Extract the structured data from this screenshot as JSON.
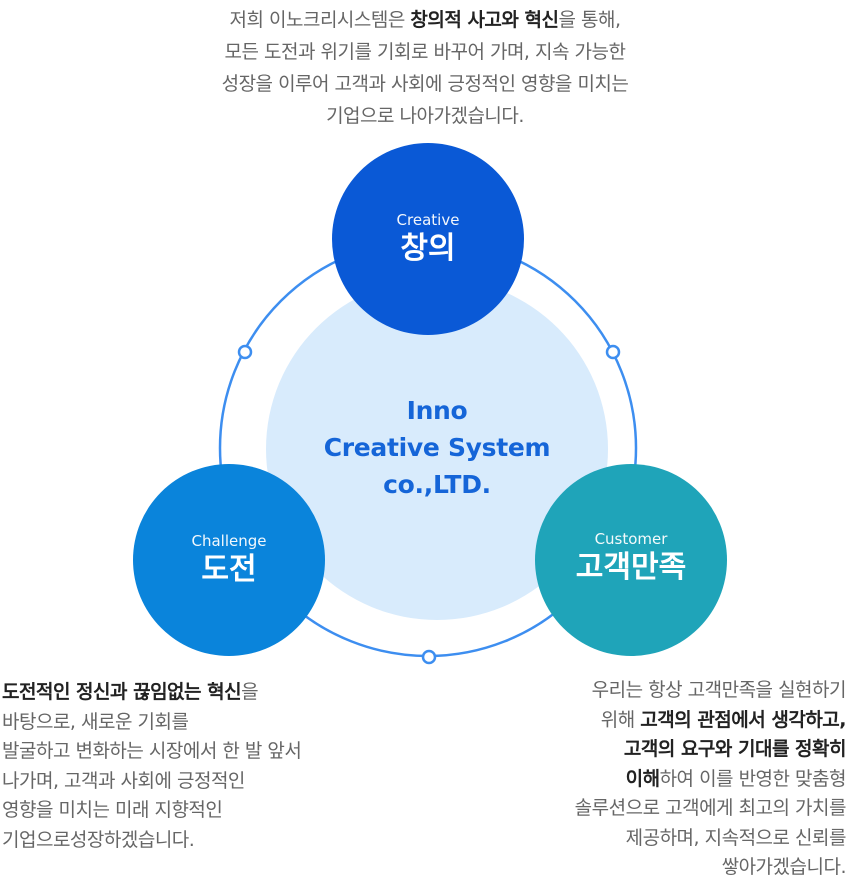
{
  "intro": {
    "line1_pre": "저희 이노크리시스템은 ",
    "line1_bold": "창의적 사고와 혁신",
    "line1_post": "을 통해,",
    "line2": "모든 도전과 위기를 기회로 바꾸어 가며, 지속 가능한",
    "line3": "성장을 이루어 고객과 사회에 긍정적인 영향을 미치는",
    "line4": "기업으로 나아가겠습니다."
  },
  "center": {
    "line1": "Inno",
    "line2": "Creative System",
    "line3": "co.,LTD."
  },
  "circles": {
    "creative": {
      "en": "Creative",
      "ko": "창의",
      "color": "#0a59d6"
    },
    "challenge": {
      "en": "Challenge",
      "ko": "도전",
      "color": "#0a84db"
    },
    "customer": {
      "en": "Customer",
      "ko": "고객만족",
      "color": "#1fa4b9"
    }
  },
  "colors": {
    "ring": "#3d8ef0",
    "center_fill": "#d8ebfc",
    "center_text": "#1565d8"
  },
  "challenge_text": {
    "line1_bold": "도전적인 정신과 끊임없는 혁신",
    "line1_post": "을",
    "line2": "바탕으로, 새로운 기회를",
    "line3": "발굴하고 변화하는 시장에서 한 발 앞서",
    "line4": "나가며, 고객과 사회에 긍정적인",
    "line5": "영향을 미치는 미래 지향적인",
    "line6": "기업으로성장하겠습니다."
  },
  "customer_text": {
    "line1": "우리는 항상 고객만족을 실현하기",
    "line2_pre": "위해 ",
    "line2_bold": "고객의 관점에서 생각하고,",
    "line3_bold": "고객의 요구와 기대를 정확히",
    "line4_bold": "이해",
    "line4_post": "하여 이를 반영한 맞춤형",
    "line5": "솔루션으로 고객에게 최고의 가치를",
    "line6": "제공하며, 지속적으로 신뢰를",
    "line7": "쌓아가겠습니다."
  }
}
